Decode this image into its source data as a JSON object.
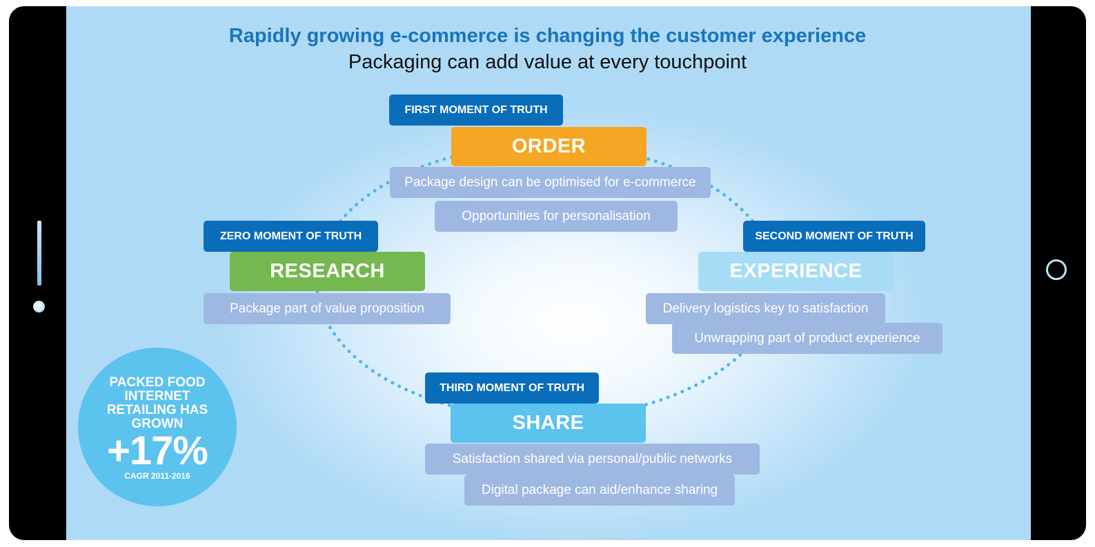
{
  "header": {
    "title": "Rapidly growing e-commerce is changing the customer experience",
    "subtitle": "Packaging can add value at every touchpoint"
  },
  "stages": {
    "order": {
      "moment": "FIRST MOMENT OF TRUTH",
      "label": "ORDER",
      "notes": [
        "Package design can be optimised for e-commerce",
        "Opportunities for personalisation"
      ],
      "color": "#f5a623"
    },
    "research": {
      "moment": "ZERO MOMENT OF TRUTH",
      "label": "RESEARCH",
      "notes": [
        "Package part of value proposition"
      ],
      "color": "#74b84f"
    },
    "experience": {
      "moment": "SECOND MOMENT OF TRUTH",
      "label": "EXPERIENCE",
      "notes": [
        "Delivery logistics key to satisfaction",
        "Unwrapping part of product experience"
      ],
      "color": "#a6dcf6"
    },
    "share": {
      "moment": "THIRD MOMENT OF TRUTH",
      "label": "SHARE",
      "notes": [
        "Satisfaction shared via personal/public networks",
        "Digital package can aid/enhance sharing"
      ],
      "color": "#5cc2ee"
    }
  },
  "stat": {
    "lines": [
      "PACKED FOOD",
      "INTERNET",
      "RETAILING HAS",
      "GROWN"
    ],
    "value": "+17%",
    "note": "CAGR 2011-2016"
  },
  "colors": {
    "moment_box": "#0a6dba",
    "note_box": "#9fb8e2",
    "title": "#1a75bb",
    "dots": "#4fb8ea"
  }
}
